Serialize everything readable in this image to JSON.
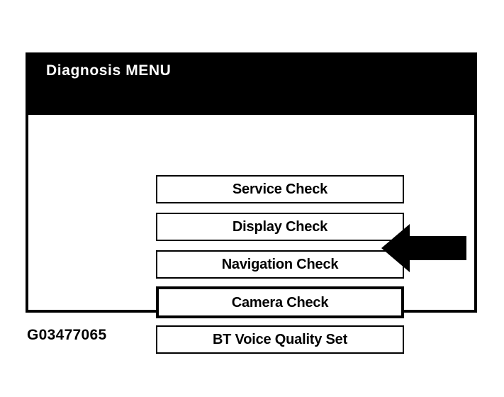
{
  "screen": {
    "title": "Diagnosis MENU",
    "menu_items": [
      {
        "label": "Service Check",
        "selected": false
      },
      {
        "label": "Display Check",
        "selected": false
      },
      {
        "label": "Navigation Check",
        "selected": false
      },
      {
        "label": "Camera Check",
        "selected": true
      },
      {
        "label": "BT Voice Quality Set",
        "selected": false
      }
    ]
  },
  "annotation": {
    "arrow_icon": "arrow-left-icon",
    "arrow_points_to": "Camera Check"
  },
  "figure": {
    "caption": "G03477065"
  },
  "colors": {
    "title_bar_background": "#000000",
    "title_text": "#ffffff",
    "panel_background": "#ffffff",
    "border": "#000000",
    "arrow_fill": "#000000",
    "page_background": "#ffffff"
  }
}
